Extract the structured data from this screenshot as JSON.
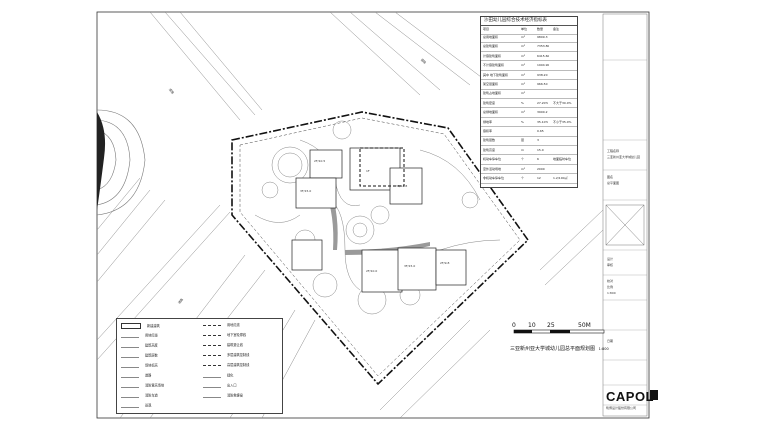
{
  "sheet": {
    "table_title": "沙田幼儿园综合技术经济指标表",
    "table_headers": [
      "项目",
      "单位",
      "数量",
      "备注"
    ],
    "table_rows": [
      [
        "总用地面积",
        "m²",
        "9809.3",
        ""
      ],
      [
        "总建筑面积",
        "m²",
        "7353.80",
        ""
      ],
      [
        "计容建筑面积",
        "m²",
        "6415.60",
        ""
      ],
      [
        "不计容建筑面积",
        "m²",
        "1904.90",
        ""
      ],
      [
        "其中 地下建筑面积",
        "m²",
        "938.20",
        ""
      ],
      [
        "架空层面积",
        "m²",
        "966.50",
        ""
      ],
      [
        "建筑占地面积",
        "m²",
        "",
        ""
      ],
      [
        "建筑密度",
        "%",
        "27.20%",
        "不大于30.0%"
      ],
      [
        "总绿地面积",
        "m²",
        "3900.2",
        ""
      ],
      [
        "绿地率",
        "%",
        "35.10%",
        "不小于35.0%"
      ],
      [
        "容积率",
        "",
        "0.65",
        ""
      ],
      [
        "建筑层数",
        "层",
        "3",
        ""
      ],
      [
        "建筑高度",
        "m",
        "15.0",
        ""
      ],
      [
        "机动车停车位",
        "个",
        "6",
        "地面临时车位"
      ],
      [
        "室外活动场地",
        "m²",
        "2000",
        ""
      ],
      [
        "非机动车停车位",
        "个",
        "12",
        "1.2/100㎡"
      ]
    ],
    "plan_title": "三亚新州亚大学城幼儿园总平面规划图",
    "plan_scale": "1:800",
    "scale_marks": [
      "0",
      "10",
      "25",
      "50M"
    ],
    "company": "CAPOL",
    "company_full": "筑博设计股份有限公司",
    "legend_items": [
      {
        "symbol": "rect",
        "label": "新建建筑"
      },
      {
        "symbol": "text",
        "label": "用地红线"
      },
      {
        "symbol": "text",
        "label": "建筑高度"
      },
      {
        "symbol": "text",
        "label": "建筑层数"
      },
      {
        "symbol": "text",
        "label": "场地标高"
      },
      {
        "symbol": "text",
        "label": "道路"
      },
      {
        "symbol": "text",
        "label": "消防登高场地"
      },
      {
        "symbol": "text",
        "label": "消防车道"
      },
      {
        "symbol": "text",
        "label": "景观"
      },
      {
        "symbol": "line",
        "label": "用地红线"
      },
      {
        "symbol": "line",
        "label": "地下室轮廓线"
      },
      {
        "symbol": "line",
        "label": "建筑退让线"
      },
      {
        "symbol": "line",
        "label": "多层建筑控制线"
      },
      {
        "symbol": "line",
        "label": "高层建筑控制线"
      },
      {
        "symbol": "text",
        "label": "绿化"
      },
      {
        "symbol": "text",
        "label": "出入口"
      },
      {
        "symbol": "text",
        "label": "消防救援窗"
      }
    ],
    "road_labels": [
      "道路",
      "道路",
      "道路"
    ],
    "building_labels": [
      "2F/10.5",
      "3F/15.0",
      "1F",
      "3F/14.8",
      "2F/10.0",
      "3F/15.0",
      "2F/9.8"
    ],
    "title_block_texts": [
      "工程名称",
      "三亚新州亚大学城幼儿园",
      "图名",
      "总平面图",
      "设计",
      "审核",
      "校对",
      "比例",
      "1:800",
      "日期"
    ]
  }
}
